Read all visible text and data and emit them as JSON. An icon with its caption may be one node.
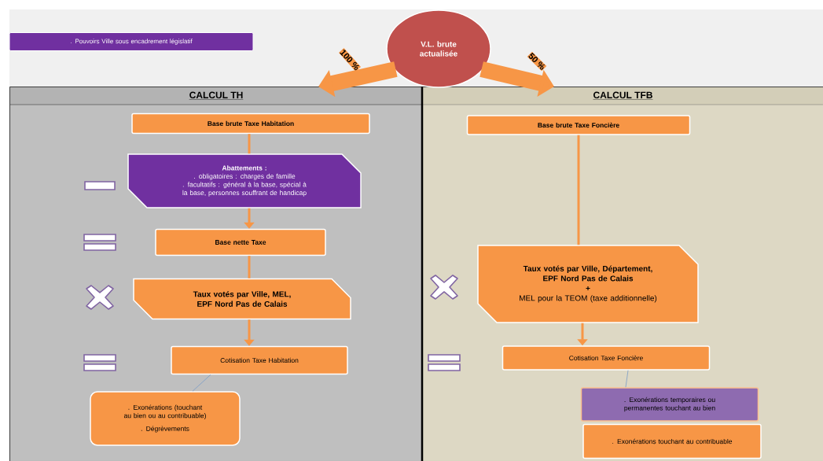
{
  "diagram": {
    "nodes": [
      {
        "text": [
          ". Pouvoirs Ville sous encadrement législatif"
        ]
      },
      {
        "text": [
          "V.L. brute actualisée"
        ]
      },
      {
        "text": [
          "CALCUL TH"
        ]
      },
      {
        "text": [
          "CALCUL TFB"
        ]
      },
      {
        "text": [
          "Base brute Taxe Habitation"
        ],
        "in": 2
      },
      {
        "text": [
          "Abattements :",
          ". obligatoires : charges de famille",
          ". facultatifs : général à la base, spécial à la base, personnes souffrant de handicap"
        ],
        "in": 2
      },
      {
        "text": [
          "Base nette Taxe"
        ],
        "in": 2
      },
      {
        "text": [
          "Taux votés par Ville, MEL, EPF Nord Pas de Calais"
        ],
        "in": 2
      },
      {
        "text": [
          "Cotisation Taxe Habitation"
        ],
        "in": 2
      },
      {
        "text": [
          ". Exonérations (touchant au bien ou au contribuable)",
          ". Dégrèvements"
        ],
        "in": 2
      },
      {
        "text": [
          "Base brute Taxe Foncière"
        ],
        "in": 3
      },
      {
        "text": [
          "Taux votés par Ville, Département, EPF Nord Pas de Calais",
          "+",
          "MEL pour la TEOM (taxe additionnelle)"
        ],
        "in": 3
      },
      {
        "text": [
          "Cotisation Taxe Foncière"
        ],
        "in": 3
      },
      {
        "text": [
          ". Exonérations temporaires ou permanentes touchant au bien"
        ],
        "in": 3
      },
      {
        "text": [
          ". Exonérations touchant au contribuable"
        ],
        "in": 3
      }
    ],
    "edges": [
      {
        "from": 1,
        "to": 2,
        "arrow": "to",
        "label": "100 %",
        "style": "thick"
      },
      {
        "from": 1,
        "to": 3,
        "arrow": "to",
        "label": "50 %",
        "style": "thick"
      },
      {
        "from": 4,
        "to": 5,
        "arrow": "none"
      },
      {
        "from": 5,
        "to": 6,
        "arrow": "to"
      },
      {
        "from": 6,
        "to": 7,
        "arrow": "none"
      },
      {
        "from": 7,
        "to": 8,
        "arrow": "to"
      },
      {
        "from": 8,
        "to": 9,
        "arrow": "none",
        "color": "#7a9cc6"
      },
      {
        "from": 10,
        "to": 11,
        "arrow": "none"
      },
      {
        "from": 11,
        "to": 12,
        "arrow": "to"
      },
      {
        "from": 12,
        "to": 13,
        "arrow": "none",
        "color": "#7a9cc6"
      }
    ]
  }
}
